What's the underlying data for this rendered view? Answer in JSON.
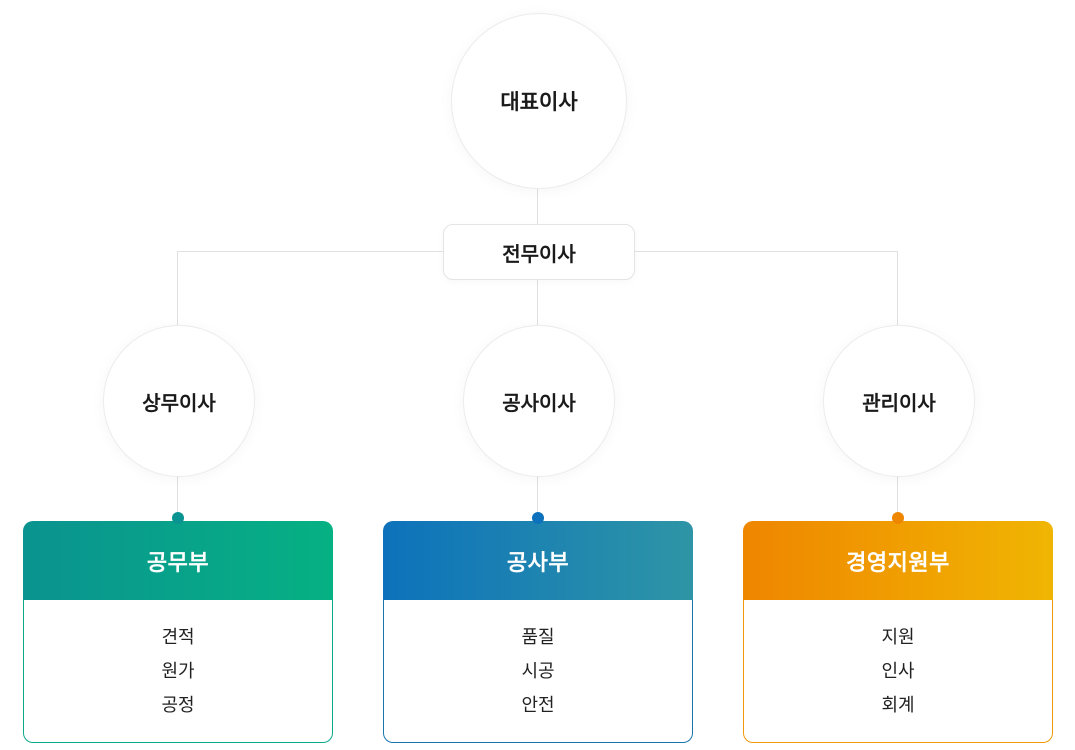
{
  "org_chart": {
    "connector_color": "#e0e0e0",
    "ceo": {
      "label": "대표이사"
    },
    "executive": {
      "label": "전무이사"
    },
    "directors": [
      {
        "label": "상무이사"
      },
      {
        "label": "공사이사"
      },
      {
        "label": "관리이사"
      }
    ],
    "departments": [
      {
        "name": "공무부",
        "items": [
          "견적",
          "원가",
          "공정"
        ],
        "colors": {
          "from": "#0a9390",
          "to": "#06b183",
          "border": "#0ba88a"
        }
      },
      {
        "name": "공사부",
        "items": [
          "품질",
          "시공",
          "안전"
        ],
        "colors": {
          "from": "#0d72bb",
          "to": "#2e95a6",
          "border": "#1a74ae"
        }
      },
      {
        "name": "경영지원부",
        "items": [
          "지원",
          "인사",
          "회계"
        ],
        "colors": {
          "from": "#ef8600",
          "to": "#f0b502",
          "border": "#f0980a"
        }
      }
    ]
  }
}
